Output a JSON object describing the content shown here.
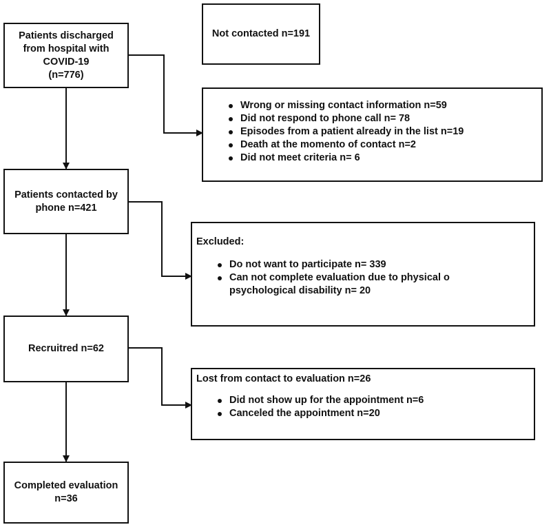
{
  "nodes": {
    "discharged": {
      "lines": [
        "Patients discharged",
        "from hospital with",
        "COVID-19",
        "(n=776)"
      ]
    },
    "not_contacted": {
      "text": "Not contacted n=191"
    },
    "not_contacted_reasons": {
      "items": [
        "Wrong or missing contact information n=59",
        "Did not respond to phone call n= 78",
        "Episodes from a patient already in the list n=19",
        "Death at the momento of contact n=2",
        "Did not meet criteria n= 6"
      ]
    },
    "contacted": {
      "lines": [
        "Patients contacted by",
        "phone n=421"
      ]
    },
    "excluded": {
      "heading": "Excluded:",
      "items": [
        "Do not want to participate n= 339",
        "Can not complete evaluation due to physical o psychological disability n= 20"
      ]
    },
    "recruited": {
      "text": "Recruitred n=62"
    },
    "lost": {
      "heading": "Lost from contact to evaluation n=26",
      "items": [
        "Did not show up for the appointment n=6",
        "Canceled the appointment n=20"
      ]
    },
    "completed": {
      "lines": [
        "Completed evaluation",
        "n=36"
      ]
    }
  },
  "colors": {
    "line": "#111111",
    "box_border": "#111111",
    "background": "#ffffff"
  }
}
